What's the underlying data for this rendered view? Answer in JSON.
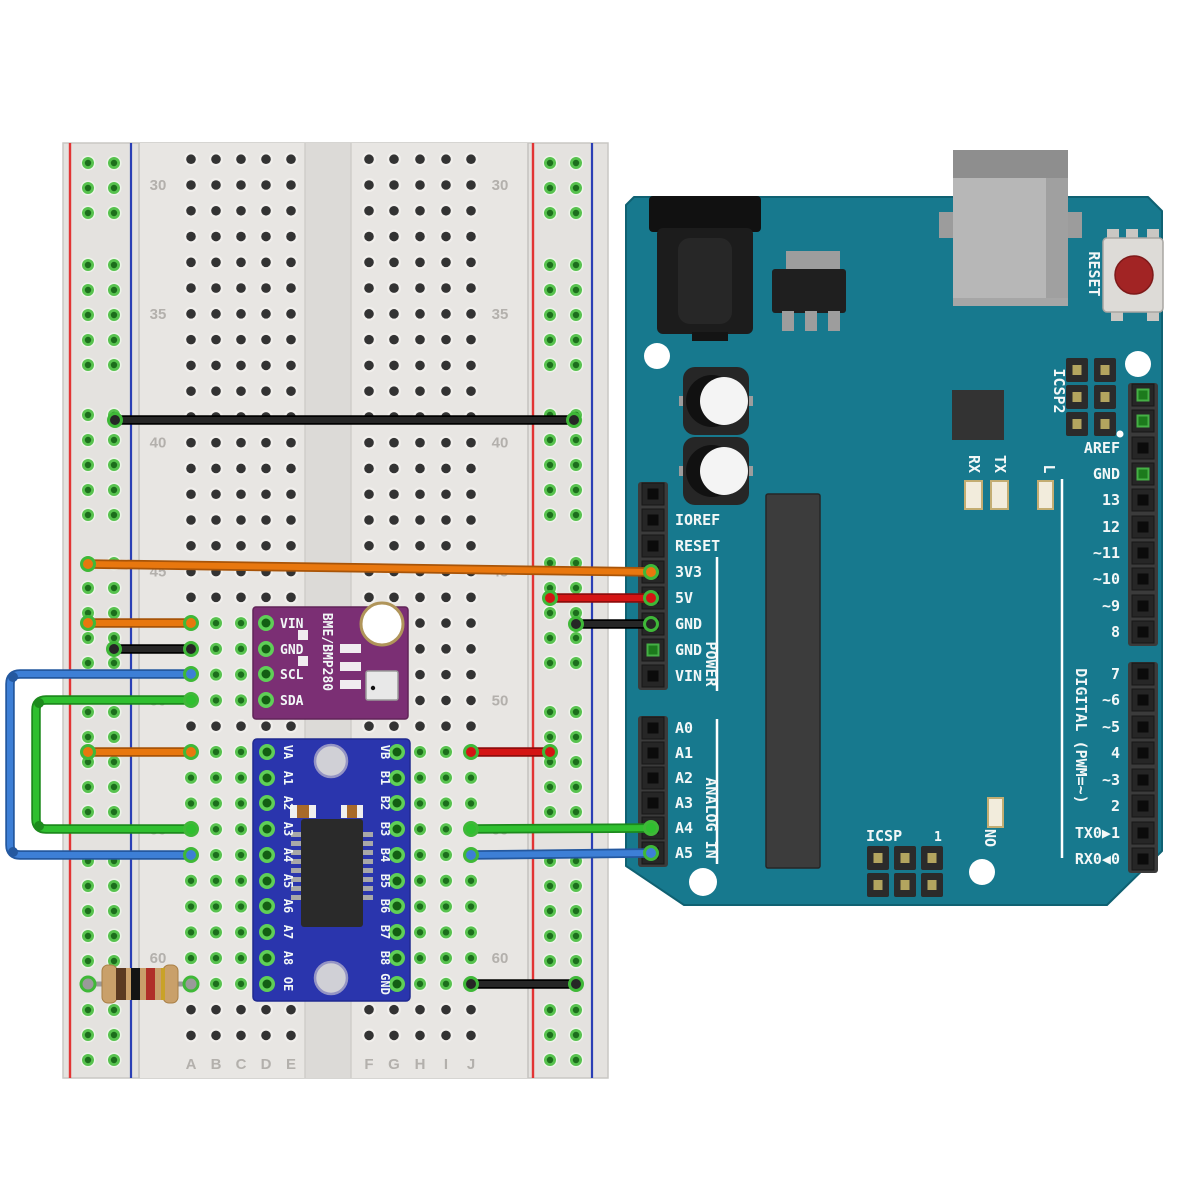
{
  "breadboard": {
    "row_numbers": [
      "30",
      "35",
      "40",
      "45",
      "50",
      "55",
      "60"
    ],
    "column_letters_left": [
      "A",
      "B",
      "C",
      "D",
      "E"
    ],
    "column_letters_right": [
      "F",
      "G",
      "H",
      "I",
      "J"
    ],
    "body_color": "#e6e4e1",
    "rail_red_color": "#e23434",
    "rail_blue_color": "#2b3fb5",
    "hole_green_ring": "#57c24e",
    "hole_green_center": "#1c6e1c"
  },
  "arduino": {
    "board_color": "#17798e",
    "power_header": {
      "labels": [
        "IOREF",
        "RESET",
        "3V3",
        "5V",
        "GND",
        "GND",
        "VIN"
      ],
      "group_label": "POWER"
    },
    "analog_header": {
      "labels": [
        "A0",
        "A1",
        "A2",
        "A3",
        "A4",
        "A5"
      ],
      "group_label": "ANALOG IN"
    },
    "digital_header_top": {
      "labels": [
        "AREF",
        "GND",
        "13",
        "12",
        "~11",
        "~10",
        "~9",
        "8"
      ]
    },
    "digital_header_bottom": {
      "labels": [
        "7",
        "~6",
        "~5",
        "4",
        "~3",
        "2",
        "TX0▶1",
        "RX0◀0"
      ],
      "group_label": "DIGITAL (PWM=~)"
    },
    "reset_button_label": "RESET",
    "icsp2_label": "ICSP2",
    "icsp_label": "ICSP",
    "icsp_pin1_label": "1",
    "rx_label": "RX",
    "tx_label": "TX",
    "l_led_label": "L",
    "on_led_label": "ON"
  },
  "bme280": {
    "title": "BME/BMP280",
    "pins": [
      "VIN",
      "GND",
      "SCL",
      "SDA"
    ],
    "board_color": "#7b2f74"
  },
  "level_shifter": {
    "pins_left": [
      "VA",
      "A1",
      "A2",
      "A3",
      "A4",
      "A5",
      "A6",
      "A7",
      "A8",
      "OE"
    ],
    "pins_right": [
      "VB",
      "B1",
      "B2",
      "B3",
      "B4",
      "B5",
      "B6",
      "B7",
      "B8",
      "GND"
    ],
    "board_color": "#2a35ad"
  },
  "resistor": {
    "bands": [
      "brown",
      "black",
      "red",
      "gold"
    ],
    "connects": {
      "from": "left-rail-positive",
      "to": "level-shifter-OE-row"
    }
  },
  "wires": [
    {
      "id": "gnd-bus",
      "color": "black",
      "from": "left-rail-ground",
      "to": "right-rail-ground"
    },
    {
      "id": "3v3-feed",
      "color": "orange",
      "from": "arduino-3V3",
      "to": "left-rail-positive"
    },
    {
      "id": "5v-feed",
      "color": "red",
      "from": "arduino-5V",
      "to": "right-rail-positive"
    },
    {
      "id": "gnd-feed",
      "color": "black",
      "from": "arduino-GND",
      "to": "right-rail-ground"
    },
    {
      "id": "bme-vin",
      "color": "orange",
      "from": "left-rail-positive",
      "to": "bme280-VIN-row"
    },
    {
      "id": "bme-gnd",
      "color": "black",
      "from": "left-rail-ground",
      "to": "bme280-GND-row"
    },
    {
      "id": "scl-jumper",
      "color": "blue",
      "from": "bme280-SCL-row",
      "to": "level-shifter-A4-row"
    },
    {
      "id": "sda-jumper",
      "color": "green",
      "from": "bme280-SDA-row",
      "to": "level-shifter-A3-row"
    },
    {
      "id": "va-feed",
      "color": "orange",
      "from": "left-rail-positive",
      "to": "level-shifter-VA-row"
    },
    {
      "id": "vb-feed",
      "color": "red",
      "from": "level-shifter-VB-row",
      "to": "right-rail-positive"
    },
    {
      "id": "sda-to-a4",
      "color": "green",
      "from": "level-shifter-B3-row",
      "to": "arduino-A4"
    },
    {
      "id": "scl-to-a5",
      "color": "blue",
      "from": "level-shifter-B4-row",
      "to": "arduino-A5"
    },
    {
      "id": "shifter-gnd",
      "color": "black",
      "from": "level-shifter-GND-row",
      "to": "right-rail-ground"
    }
  ],
  "wire_colors": {
    "orange": "#e8770e",
    "red": "#d41414",
    "black": "#262626",
    "green": "#2fbf2f",
    "blue": "#3d7fd6"
  }
}
